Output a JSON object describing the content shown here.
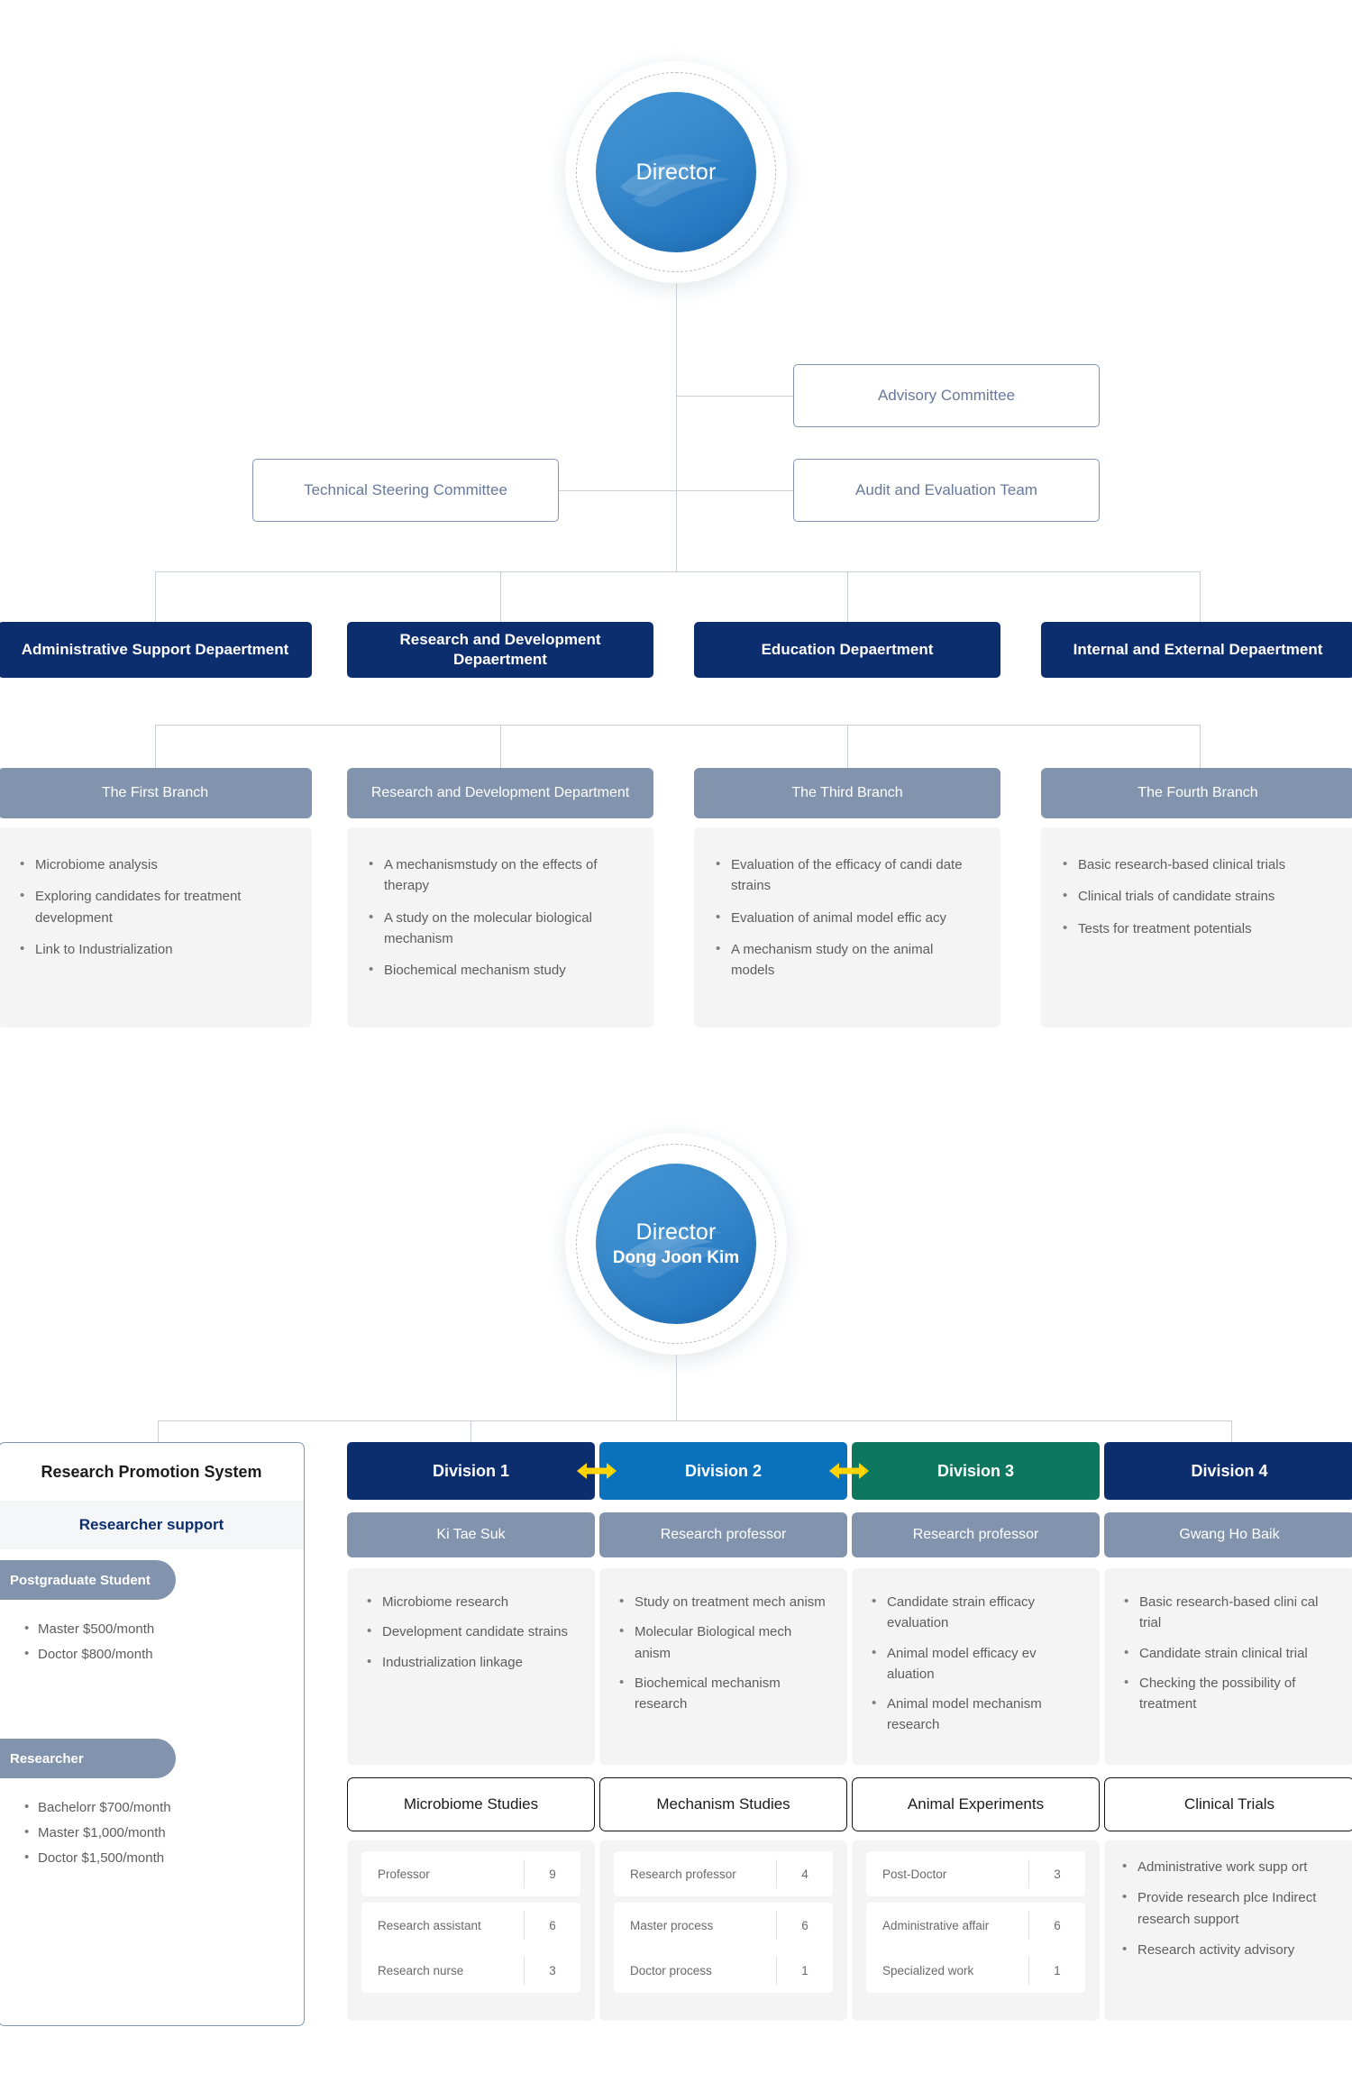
{
  "top_org": {
    "director": {
      "title": "Director"
    },
    "committees": [
      {
        "label": "Advisory Committee"
      },
      {
        "label": "Technical Steering Committee"
      },
      {
        "label": "Audit and Evaluation Team"
      }
    ],
    "departments": [
      {
        "label": "Administrative Support Depaertment"
      },
      {
        "label": "Research and Development Depaertment"
      },
      {
        "label": "Education Depaertment"
      },
      {
        "label": "Internal and External Depaertment"
      }
    ],
    "branches": [
      {
        "head": "The First Branch",
        "items": [
          "Microbiome analysis",
          "Exploring candidates for treatment development",
          "Link to Industrialization"
        ]
      },
      {
        "head": "Research and Development Department",
        "items": [
          "A mechanismstudy on the effects of therapy",
          "A study on the molecular biological mechanism",
          "Biochemical mechanism study"
        ]
      },
      {
        "head": "The Third Branch",
        "items": [
          "Evaluation of the efficacy of candi date strains",
          "Evaluation of animal model effic acy",
          "A mechanism study on the animal models"
        ]
      },
      {
        "head": "The Fourth Branch",
        "items": [
          "Basic research-based clinical trials",
          "Clinical trials of candidate strains",
          "Tests for treatment potentials"
        ]
      }
    ]
  },
  "bottom_org": {
    "director": {
      "title": "Director",
      "name": "Dong Joon Kim"
    },
    "promotion": {
      "title": "Research Promotion System",
      "subtitle": "Researcher support",
      "groups": [
        {
          "pill": "Postgraduate Student",
          "items": [
            "Master $500/month",
            "Doctor $800/month"
          ]
        },
        {
          "pill": "Researcher",
          "items": [
            "Bachelorr $700/month",
            "Master $1,000/month",
            "Doctor $1,500/month"
          ]
        }
      ]
    },
    "divisions": [
      {
        "label": "Division 1",
        "color": "#0c2d6e",
        "person": "Ki Tae Suk",
        "items": [
          "Microbiome research",
          "Development candidate strains",
          "Industrialization linkage"
        ]
      },
      {
        "label": "Division 2",
        "color": "#0a72bd",
        "person": "Research professor",
        "items": [
          "Study on treatment mech anism",
          "Molecular Biological mech anism",
          "Biochemical mechanism research"
        ]
      },
      {
        "label": "Division 3",
        "color": "#0d7760",
        "person": "Research professor",
        "items": [
          "Candidate strain efficacy evaluation",
          "Animal model efficacy ev aluation",
          "Animal model mechanism research"
        ]
      },
      {
        "label": "Division 4",
        "color": "#0c2d6e",
        "person": "Gwang Ho Baik",
        "items": [
          "Basic research-based clini cal trial",
          "Candidate strain clinical trial",
          "Checking the possibility of treatment"
        ]
      }
    ],
    "arrows": [
      {
        "name": "arrow-division-1-2"
      },
      {
        "name": "arrow-division-2-3"
      }
    ],
    "studies": [
      {
        "head": "Microbiome Studies",
        "type": "table",
        "groups": [
          [
            {
              "label": "Professor",
              "value": "9"
            }
          ],
          [
            {
              "label": "Research assistant",
              "value": "6"
            },
            {
              "label": "Research nurse",
              "value": "3"
            }
          ]
        ]
      },
      {
        "head": "Mechanism Studies",
        "type": "table",
        "groups": [
          [
            {
              "label": "Research professor",
              "value": "4"
            }
          ],
          [
            {
              "label": "Master process",
              "value": "6"
            },
            {
              "label": "Doctor process",
              "value": "1"
            }
          ]
        ]
      },
      {
        "head": "Animal Experiments",
        "type": "table",
        "groups": [
          [
            {
              "label": "Post-Doctor",
              "value": "3"
            }
          ],
          [
            {
              "label": "Administrative affair",
              "value": "6"
            },
            {
              "label": "Specialized work",
              "value": "1"
            }
          ]
        ]
      },
      {
        "head": "Clinical Trials",
        "type": "bullets",
        "items": [
          "Administrative work supp ort",
          "Provide research plce Indirect research support",
          "Research activity advisory"
        ]
      }
    ]
  },
  "colors": {
    "navy": "#0c2d6e",
    "blue": "#0a72bd",
    "teal": "#0d7760",
    "slate": "#8294ad",
    "outline": "#8294b0",
    "panel": "#f4f4f5",
    "arrow_yellow": "#ffd400"
  }
}
